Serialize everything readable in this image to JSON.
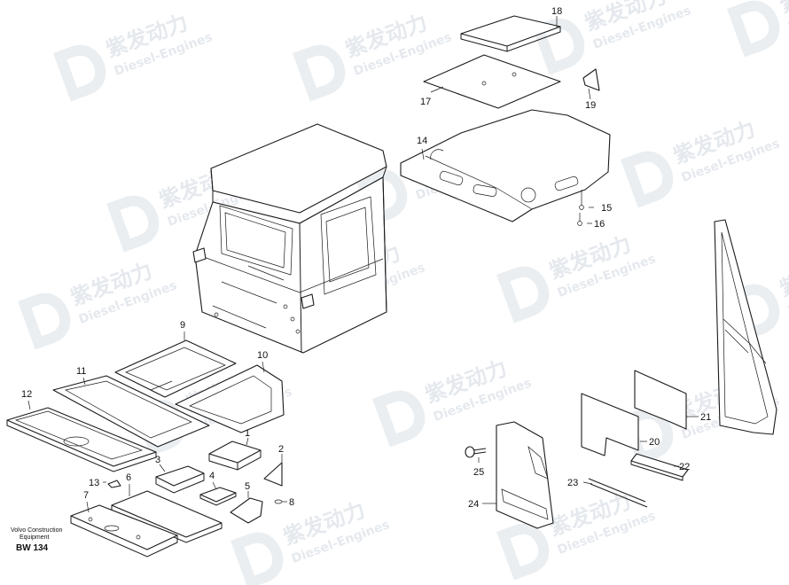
{
  "diagram": {
    "footer": {
      "line1": "Volvo Construction",
      "line2": "Equipment",
      "code": "BW 134"
    },
    "watermark": {
      "brand": "紫发动力",
      "sub": "Diesel-Engines"
    },
    "callouts": [
      "1",
      "2",
      "3",
      "4",
      "5",
      "6",
      "7",
      "8",
      "9",
      "10",
      "11",
      "12",
      "13",
      "14",
      "15",
      "16",
      "17",
      "18",
      "19",
      "20",
      "21",
      "22",
      "23",
      "24",
      "25"
    ]
  }
}
